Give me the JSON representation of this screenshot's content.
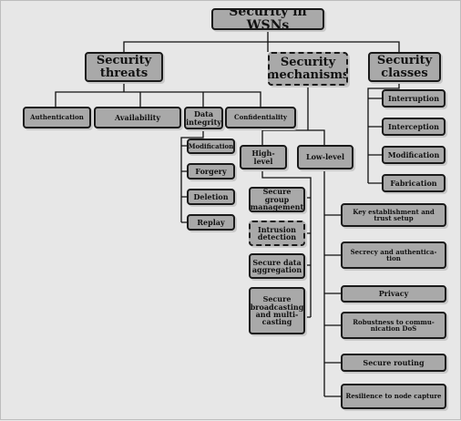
{
  "title": "Security in WSNs",
  "branches": {
    "threats": "Security threats",
    "mechanisms": "Security mechanisms",
    "classes": "Security classes"
  },
  "threats": [
    "Authentication",
    "Availability",
    "Data integrity",
    "Confidentiality"
  ],
  "integrity_items": [
    "Modification",
    "Forgery",
    "Deletion",
    "Replay"
  ],
  "mechanism_levels": [
    "High-level",
    "Low-level"
  ],
  "high_level": [
    "Secure group management",
    "Intrusion detection",
    "Secure data aggregation",
    "Secure broadcasting and multi-casting"
  ],
  "low_level": [
    "Key establishment and trust setup",
    "Secrecy and authentica-tion",
    "Privacy",
    "Robustness to commu-nication DoS",
    "Secure routing",
    "Resilience to node capture"
  ],
  "classes": [
    "Interruption",
    "Interception",
    "Modification",
    "Fabrication"
  ]
}
